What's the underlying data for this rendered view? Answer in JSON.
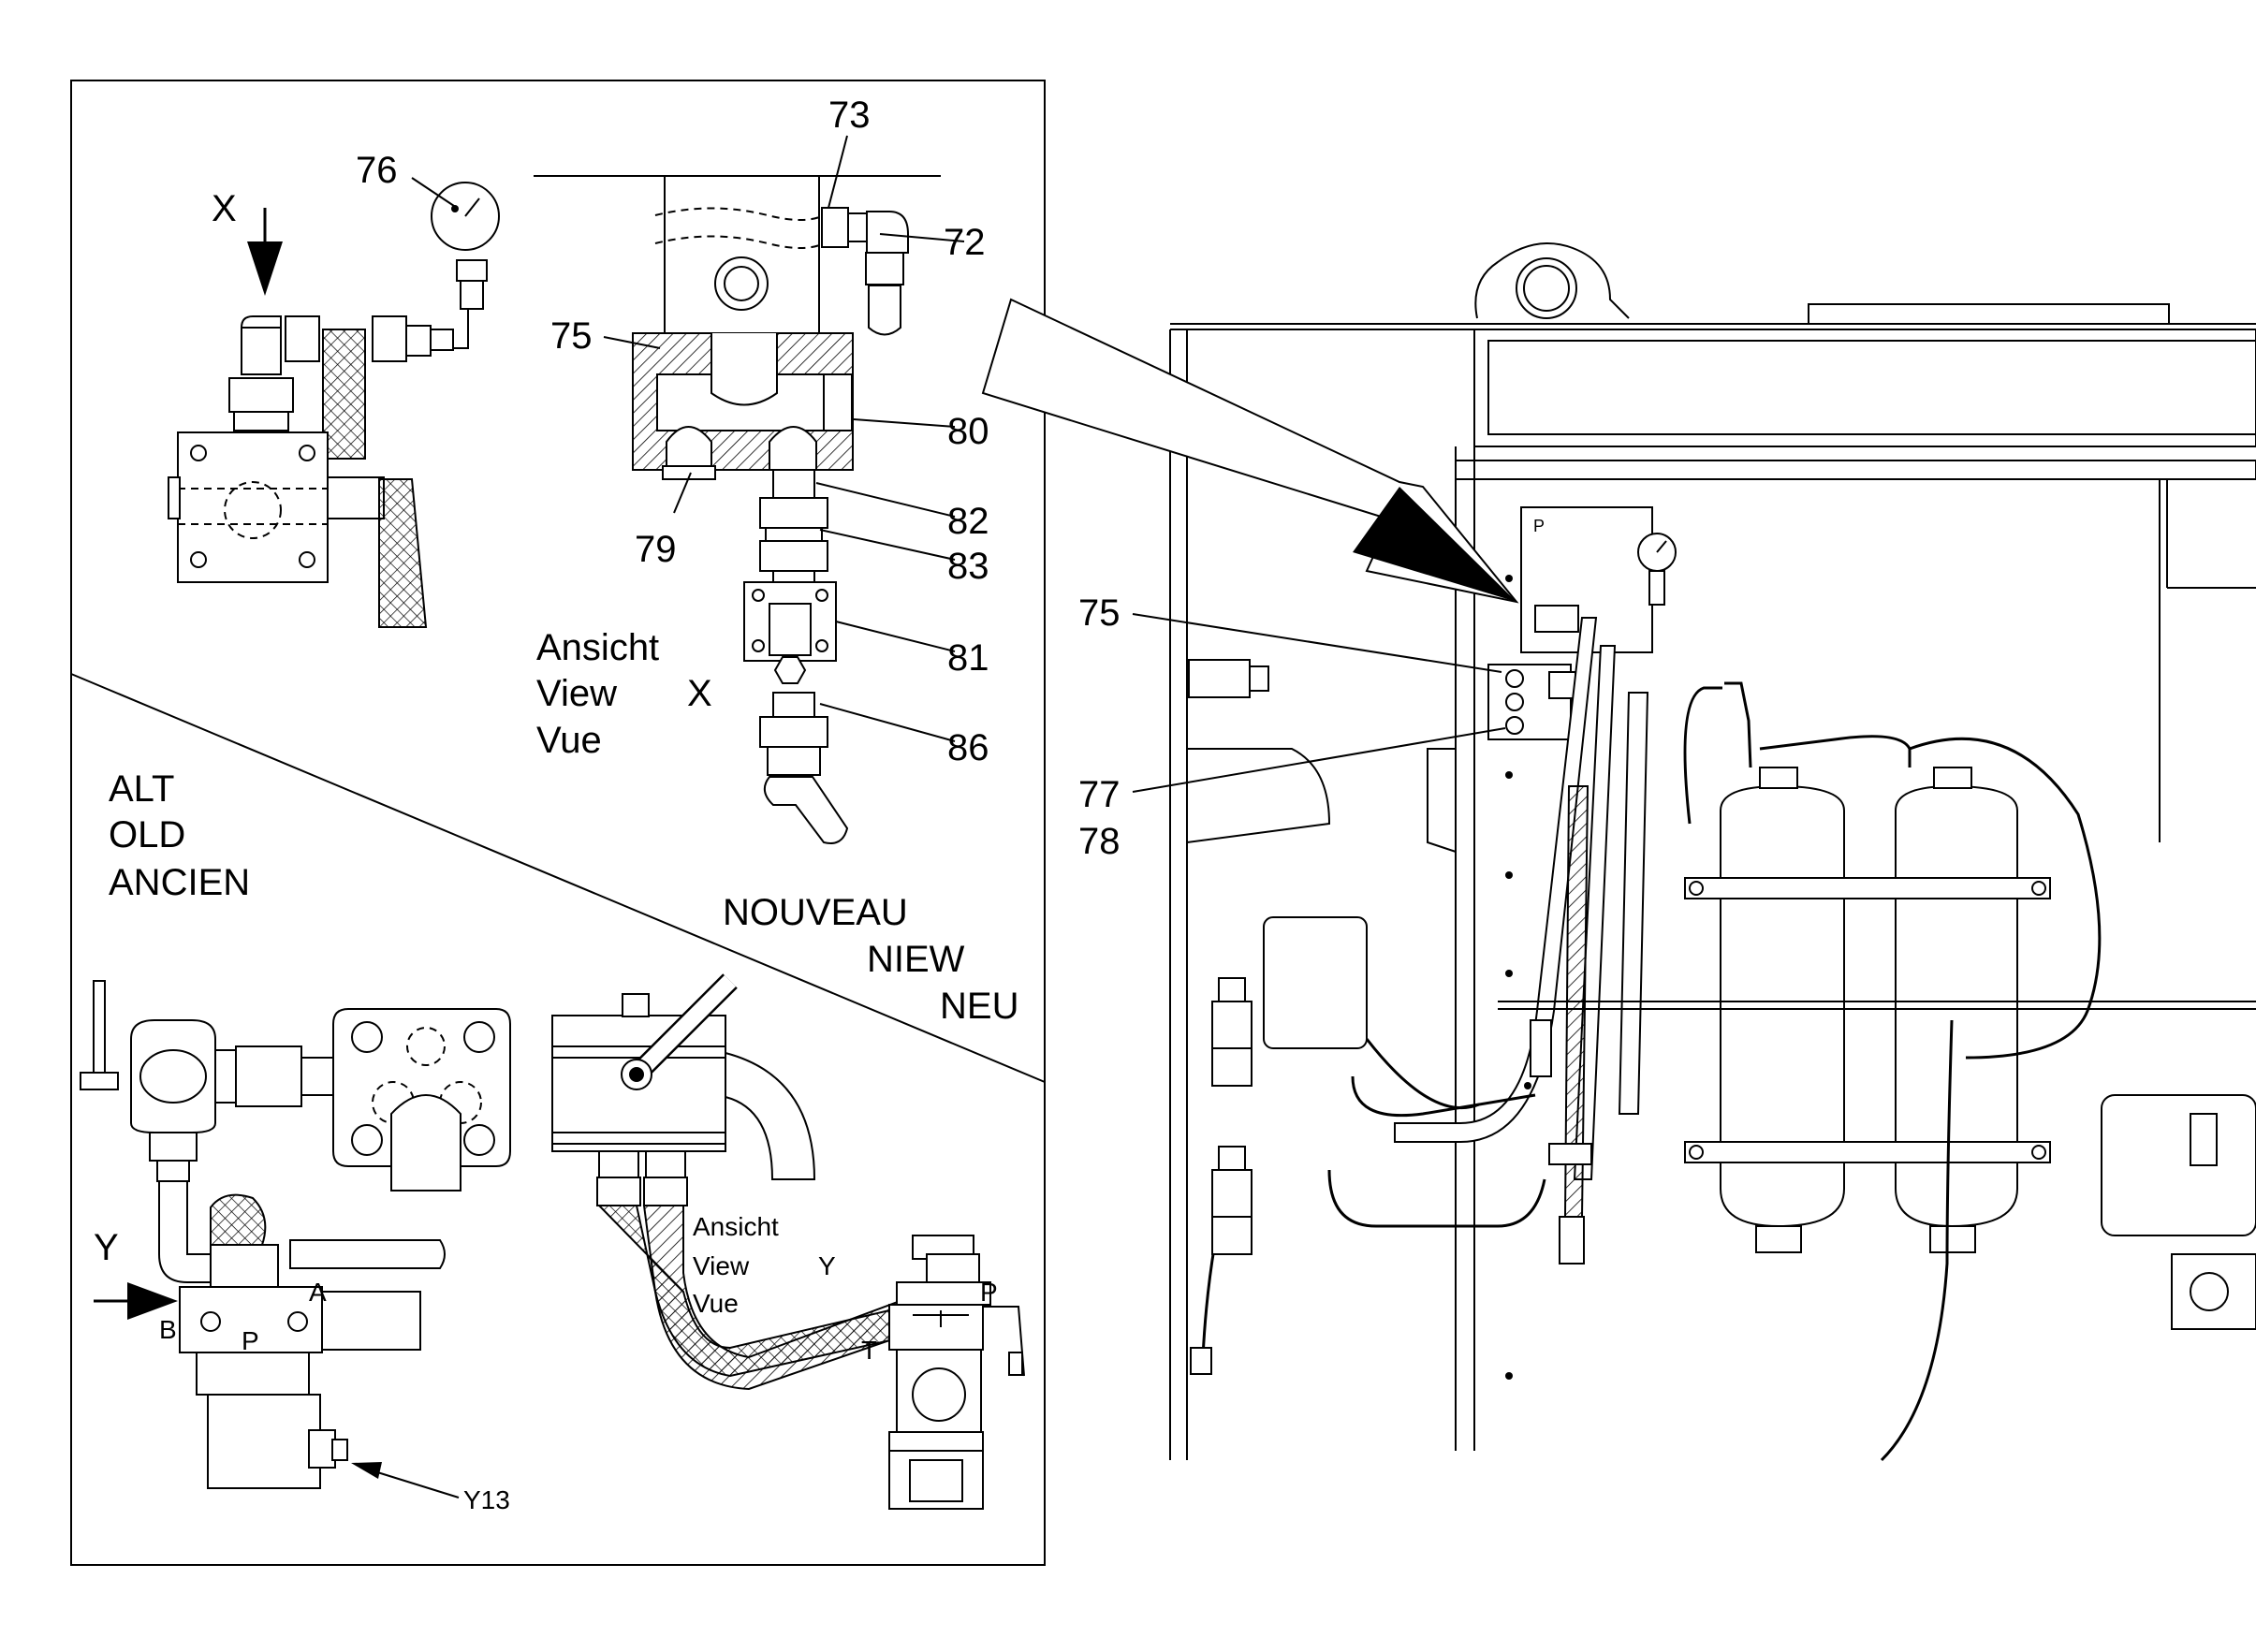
{
  "labels": {
    "l76": "76",
    "l73": "73",
    "l72": "72",
    "x_top": "X",
    "l75_detail": "75",
    "l80": "80",
    "l82": "82",
    "l79": "79",
    "l83": "83",
    "l81": "81",
    "l86": "86",
    "view_x_line1": "Ansicht",
    "view_x_line2": "View",
    "view_x_line3": "Vue",
    "view_x_letter": "X",
    "old_line1": "ALT",
    "old_line2": "OLD",
    "old_line3": "ANCIEN",
    "new_line1": "NOUVEAU",
    "new_line2": "NIEW",
    "new_line3": "NEU",
    "y_left": "Y",
    "port_b": "B",
    "port_p": "P",
    "port_a": "A",
    "y13": "Y13",
    "view_y_line1": "Ansicht",
    "view_y_line2": "View",
    "view_y_line3": "Vue",
    "view_y_letter": "Y",
    "port_p2": "P",
    "port_t": "T",
    "l75_main": "75",
    "l77": "77",
    "l78": "78",
    "panel_p": "P"
  },
  "icons": [
    "pressure-gauge-icon",
    "arrow-down-icon",
    "arrow-right-icon",
    "callout-arrow-icon"
  ]
}
